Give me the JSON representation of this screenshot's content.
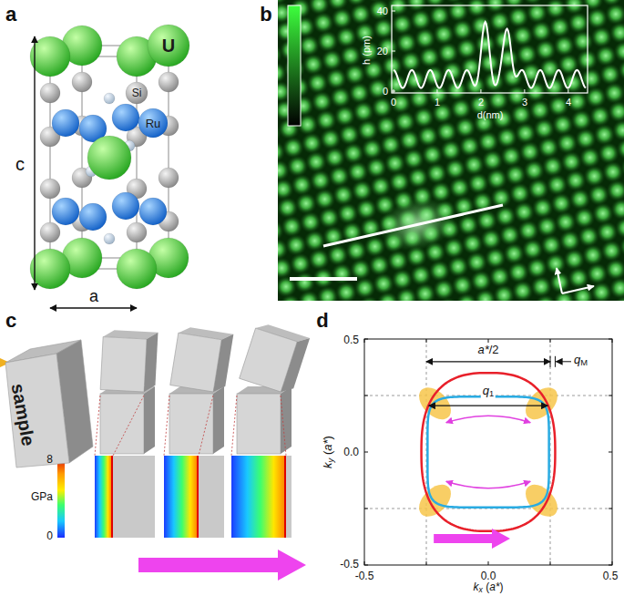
{
  "diagram": {
    "nodes": [
      {
        "text": [
          "U"
        ]
      },
      {
        "text": [
          "Si"
        ]
      },
      {
        "text": [
          "Ru"
        ]
      },
      {
        "text": [
          "sample"
        ]
      }
    ],
    "labels": [
      "a",
      "c",
      "a",
      "b",
      "40",
      "20",
      "0",
      "h (pm)",
      "0",
      "1",
      "2",
      "3",
      "4",
      "d(nm)",
      "c",
      "8",
      "GPa",
      "0",
      "d",
      "a*/2",
      "qM",
      "q1",
      "0.5",
      "0.0",
      "-0.5",
      "ky (a*)",
      "-0.5",
      "0.0",
      "0.5",
      "kx (a*)"
    ]
  }
}
